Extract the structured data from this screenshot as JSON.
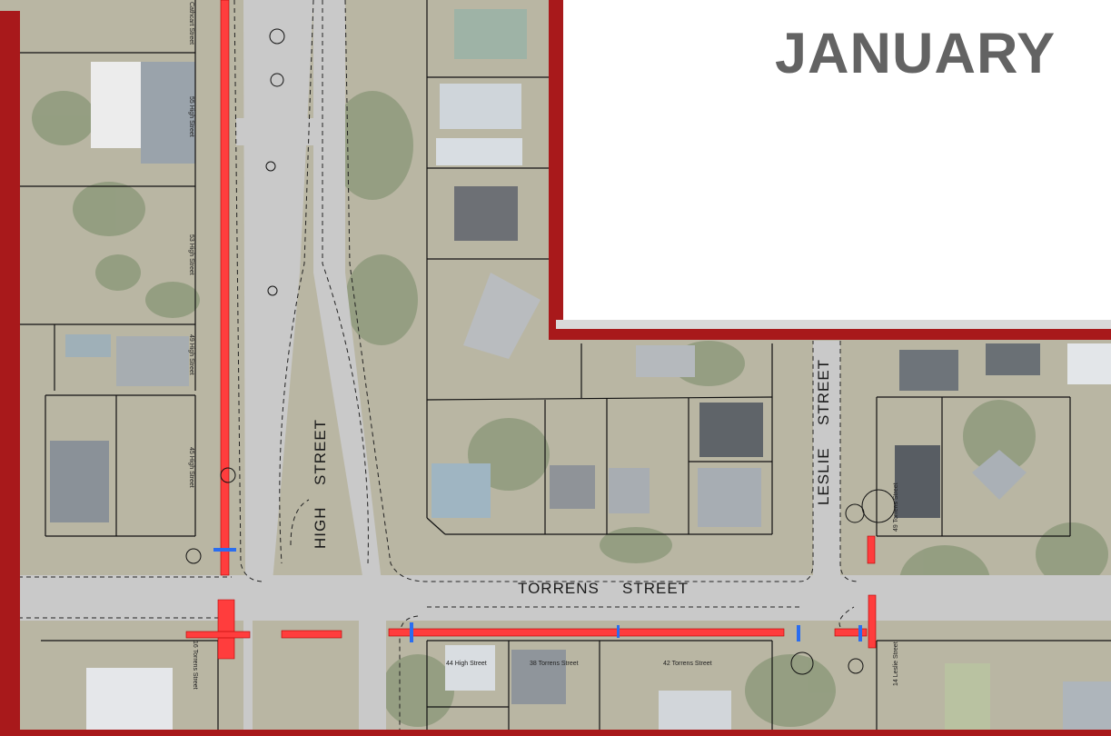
{
  "title": "JANUARY",
  "colors": {
    "frame": "#a8191b",
    "title": "#636363",
    "works": "#ff3030",
    "road": "#c9c9c9",
    "lot_lines": "#111111",
    "vegetation": "#8a9a78"
  },
  "roads": {
    "high_street_h": "HIGH",
    "high_street_s": "STREET",
    "torrens_1": "TORRENS",
    "torrens_2": "STREET",
    "leslie_1": "LESLIE",
    "leslie_2": "STREET"
  },
  "lots": {
    "cathcart": "Cathcart Street",
    "high55": "55 High Street",
    "high53": "53 High Street",
    "high49": "49 High Street",
    "high45": "45 High Street",
    "torrens16": "16 Torrens Street",
    "high44": "44 High Street",
    "torrens38": "38 Torrens Street",
    "torrens42": "42 Torrens Street",
    "torrens49": "49 Torrens Street",
    "leslie14": "14 Leslie Street"
  }
}
